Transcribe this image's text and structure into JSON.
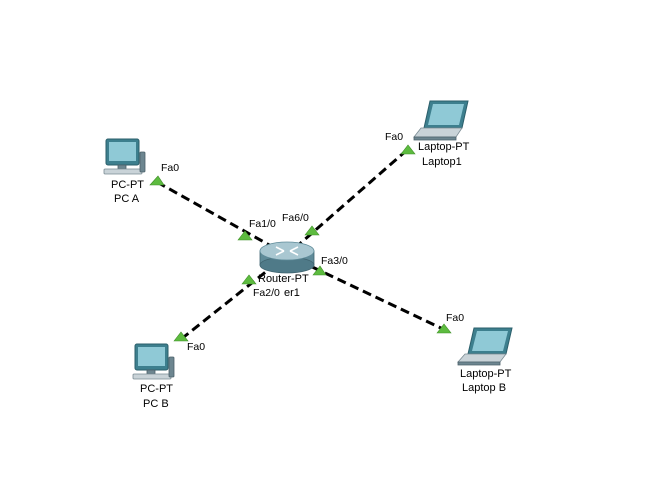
{
  "devices": {
    "pc_a": {
      "model": "PC-PT",
      "name": "PC A"
    },
    "pc_b": {
      "model": "PC-PT",
      "name": "PC B"
    },
    "laptop1": {
      "model": "Laptop-PT",
      "name": "Laptop1"
    },
    "laptop_b": {
      "model": "Laptop-PT",
      "name": "Laptop B"
    },
    "router": {
      "model": "Router-PT",
      "name_visible": "er1"
    }
  },
  "ports": {
    "pc_a_fa0": "Fa0",
    "router_fa1_0": "Fa1/0",
    "laptop1_fa0": "Fa0",
    "router_fa6_0": "Fa6/0",
    "router_fa3_0": "Fa3/0",
    "laptop_b_fa0": "Fa0",
    "router_fa2_0": "Fa2/0",
    "pc_b_fa0": "Fa0"
  },
  "colors": {
    "port_indicator": "#5dbb3f",
    "device_teal": "#3d7f8e",
    "link": "#000000"
  }
}
